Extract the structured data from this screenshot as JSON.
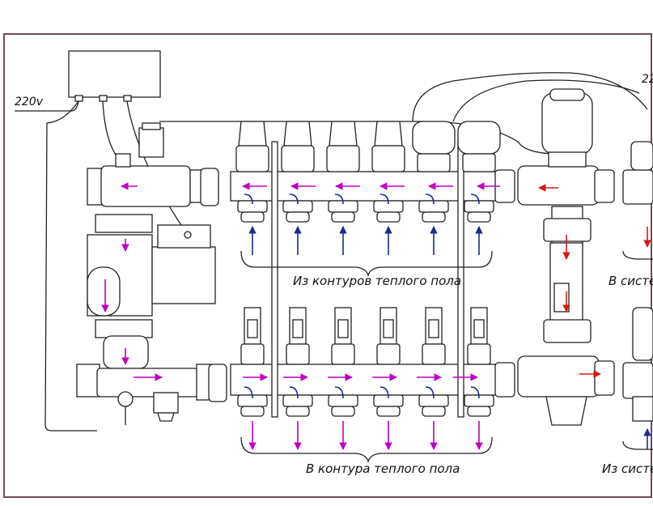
{
  "labels": {
    "voltage_left": "220v",
    "voltage_right": "22",
    "from_floor_loops": "Из контуров теплого пола",
    "to_floor_loops": "В контура теплого пола",
    "to_system": "В систе",
    "from_system": "Из систе"
  },
  "colors": {
    "line": "#222222",
    "flow_arrow": "#c000c0",
    "flow_arrow_blue": "#1b2a8f",
    "flow_arrow_red": "#d11a1a",
    "frame": "#6e4b59"
  },
  "components": {
    "loop_count_per_manifold": 6,
    "servo_actuators": 4,
    "thermo_heads": 2,
    "flow_meters": 6
  }
}
